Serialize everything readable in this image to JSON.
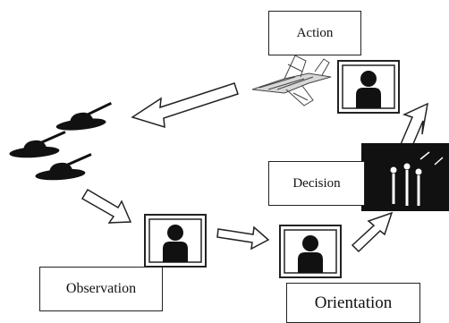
{
  "labels": {
    "action": "Action",
    "decision": "Decision",
    "observation": "Observation",
    "orientation": "Orientation"
  },
  "colors": {
    "stroke": "#222222",
    "fill_dark": "#111111",
    "arrow_fill": "#ffffff"
  },
  "icons": [
    "operator-monitor-icon",
    "tank-icon",
    "fighter-jet-icon",
    "officers-photo"
  ]
}
